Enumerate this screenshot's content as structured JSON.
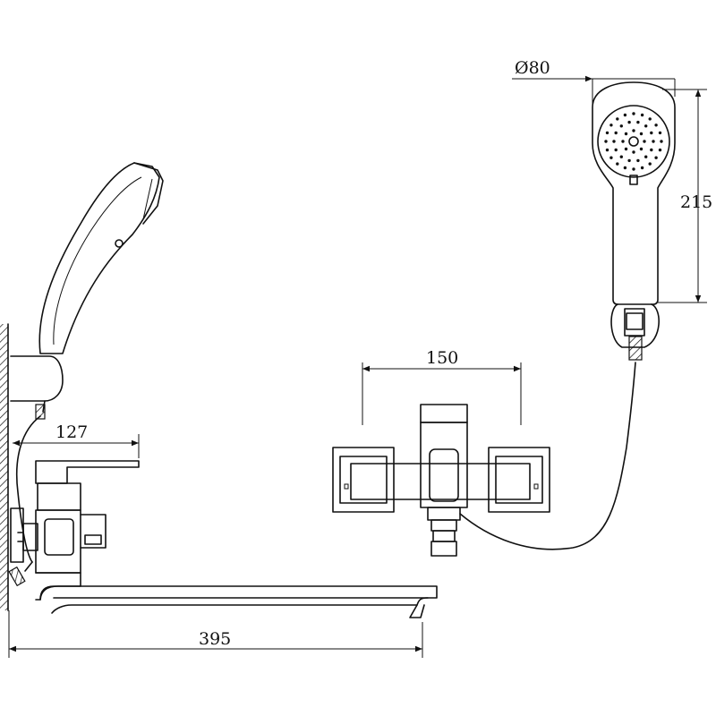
{
  "dimensions": {
    "arm_reach": "127",
    "spout_length": "395",
    "center_distance": "150",
    "head_diameter": "Ø80",
    "handshower_length": "215"
  },
  "colors": {
    "line": "#111111",
    "background": "#ffffff"
  }
}
